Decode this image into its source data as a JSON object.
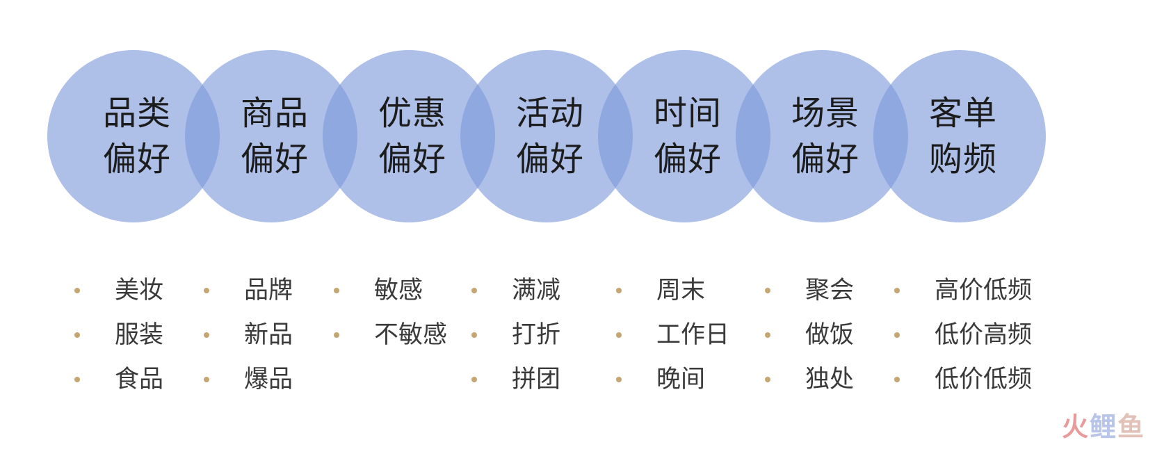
{
  "colors": {
    "circle_fill": "#7d99da",
    "bullet": "#c6a573",
    "label_text": "#1c1c1c",
    "item_text": "#3a3a3a"
  },
  "circles": [
    {
      "line1": "品类",
      "line2": "偏好",
      "items": [
        "美妆",
        "服装",
        "食品"
      ]
    },
    {
      "line1": "商品",
      "line2": "偏好",
      "items": [
        "品牌",
        "新品",
        "爆品"
      ]
    },
    {
      "line1": "优惠",
      "line2": "偏好",
      "items": [
        "敏感",
        "不敏感"
      ]
    },
    {
      "line1": "活动",
      "line2": "偏好",
      "items": [
        "满减",
        "打折",
        "拼团"
      ]
    },
    {
      "line1": "时间",
      "line2": "偏好",
      "items": [
        "周末",
        "工作日",
        "晚间"
      ]
    },
    {
      "line1": "场景",
      "line2": "偏好",
      "items": [
        "聚会",
        "做饭",
        "独处"
      ]
    },
    {
      "line1": "客单",
      "line2": "购频",
      "items": [
        "高价低频",
        "低价高频",
        "低价低频"
      ]
    }
  ],
  "watermark": {
    "part1": "火",
    "part2": "鲤",
    "part3": "鱼"
  }
}
